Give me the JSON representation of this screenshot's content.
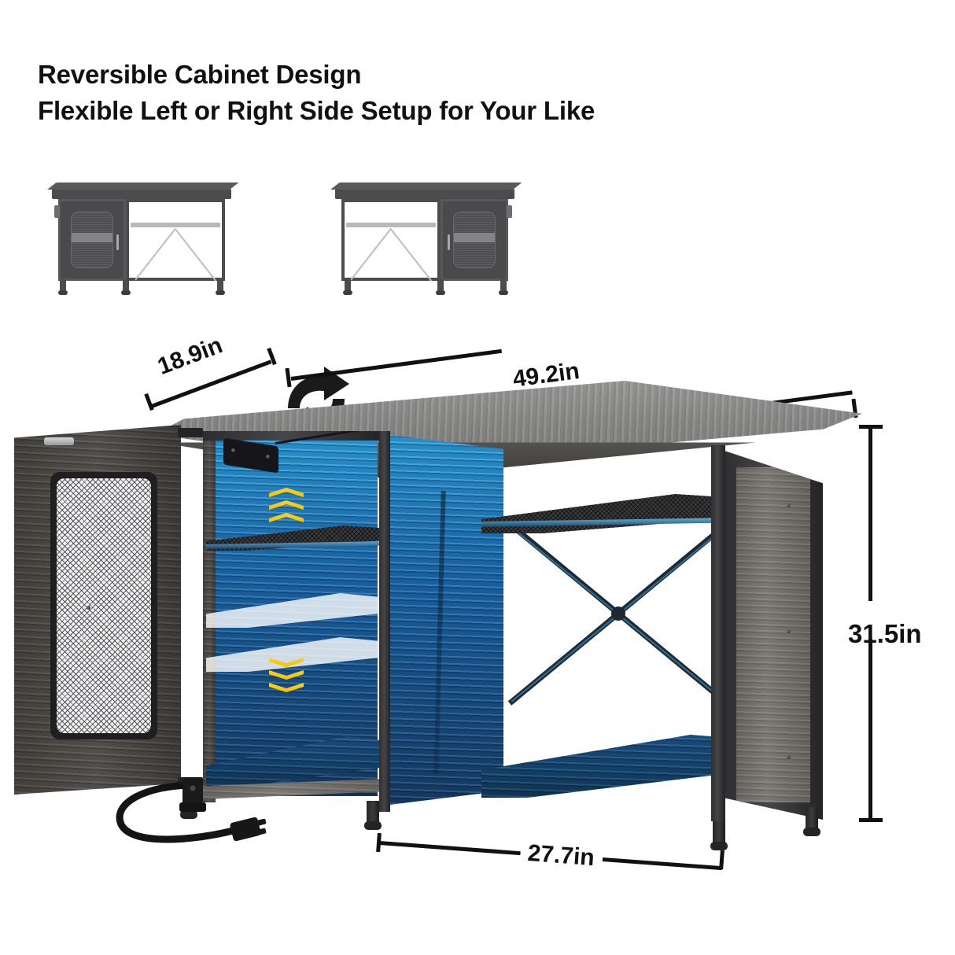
{
  "headline": {
    "line1": "Reversible Cabinet Design",
    "line2": "Flexible Left or Right Side Setup for Your Like"
  },
  "reversible_demo": {
    "left_thumbnail": {
      "name": "cabinet-door-left-configuration",
      "door_side": "left",
      "open_side": "right"
    },
    "swap_icon": "swap-arrows-icon",
    "right_thumbnail": {
      "name": "cabinet-door-right-configuration",
      "door_side": "right",
      "open_side": "left"
    }
  },
  "dimensions": {
    "depth": "18.9in",
    "width": "49.2in",
    "height": "31.5in",
    "open_section_width": "27.7in"
  },
  "product": {
    "top_surface": "gray weathered wood top",
    "door": "mesh-panel cabinet door (shown open)",
    "door_handle": "bar-handle",
    "led_module": "led-controller-module",
    "adjustable_shelf_up": "shelf-position-up-arrows",
    "adjustable_shelf_down": "shelf-position-down-arrows",
    "open_shelf": "mesh-shelf",
    "cross_brace": "x-brace",
    "power_cord": "power-cord-with-plug"
  },
  "colors": {
    "wood_gray": "#8b8b89",
    "frame_dark": "#2e2e30",
    "led_blue": "#1d6fb8",
    "accent_yellow": "#ffd21f",
    "text": "#111111"
  }
}
